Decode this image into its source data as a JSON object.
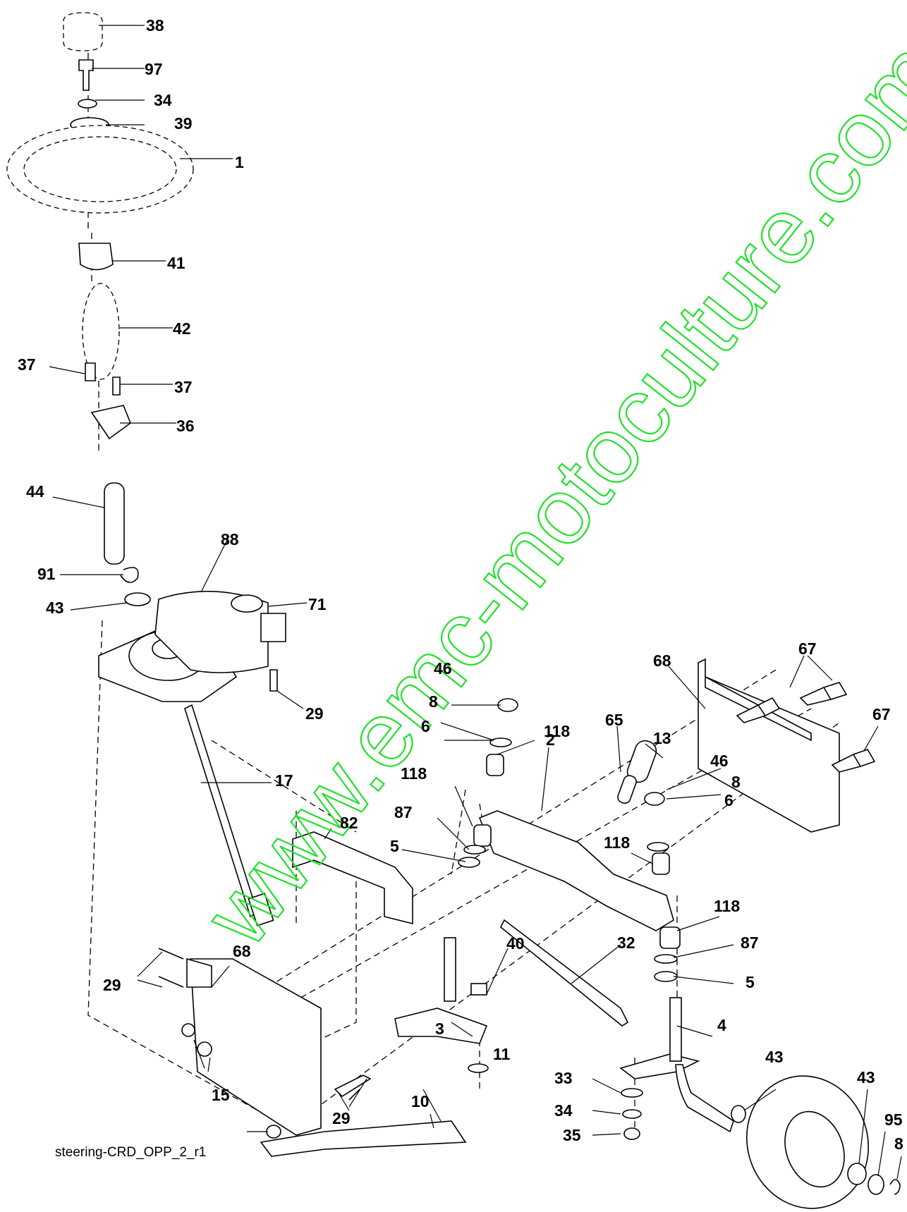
{
  "caption": "steering-CRD_OPP_2_r1",
  "watermark": "www.emc-motoculture.com",
  "colors": {
    "watermark": "#22e02a",
    "line": "#000000",
    "background": "#ffffff"
  },
  "callouts": [
    "38",
    "97",
    "34",
    "39",
    "1",
    "41",
    "42",
    "37",
    "37",
    "36",
    "44",
    "88",
    "91",
    "43",
    "71",
    "29",
    "17",
    "82",
    "29",
    "68",
    "15",
    "29",
    "10",
    "46",
    "8",
    "6",
    "118",
    "118",
    "87",
    "5",
    "2",
    "65",
    "13",
    "46",
    "8",
    "6",
    "118",
    "68",
    "67",
    "67",
    "118",
    "87",
    "5",
    "40",
    "32",
    "3",
    "11",
    "4",
    "33",
    "34",
    "35",
    "43",
    "43",
    "95",
    "8"
  ]
}
